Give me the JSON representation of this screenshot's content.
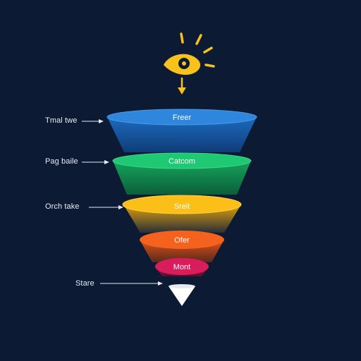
{
  "funnel": {
    "stages": [
      {
        "label": "Freer",
        "color": "#1e73c8"
      },
      {
        "label": "Catcom",
        "color": "#17b866"
      },
      {
        "label": "Sreit",
        "color": "#f5b50f"
      },
      {
        "label": "Ofer",
        "color": "#f05a1a"
      },
      {
        "label": "Mont",
        "color": "#cf1a57"
      }
    ],
    "tip_color": "#ffffff"
  },
  "side_labels": [
    "Tmal twe",
    "Pag baile",
    "Orch take",
    "Stare"
  ],
  "icon": {
    "name": "eye-with-sparks-icon",
    "color": "#f7c21b"
  },
  "colors": {
    "background": "#0c1a33",
    "arrow": "#e8ecf4"
  }
}
